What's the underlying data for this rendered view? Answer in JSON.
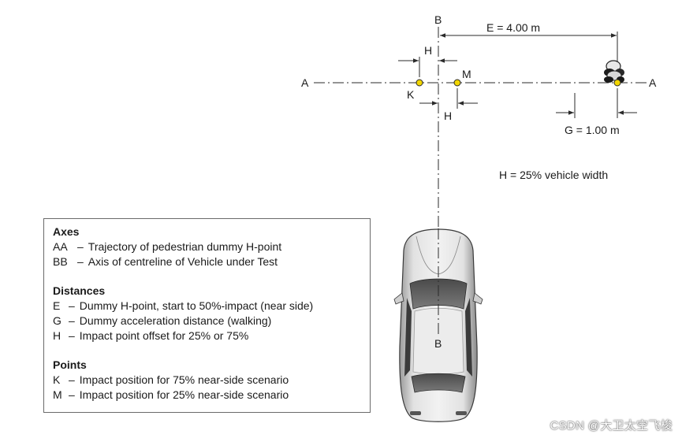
{
  "labels": {
    "b_top": "B",
    "b_bottom": "B",
    "a_left": "A",
    "a_right": "A",
    "h_top": "H",
    "h_bottom": "H",
    "k": "K",
    "m": "M",
    "e_dim": "E = 4.00 m",
    "g_dim": "G = 1.00 m",
    "h_note": "H = 25% vehicle width"
  },
  "legend": {
    "axes_title": "Axes",
    "axes": [
      {
        "key": "AA",
        "text": "Trajectory of pedestrian dummy H-point"
      },
      {
        "key": "BB",
        "text": "Axis of centreline of Vehicle under Test"
      }
    ],
    "distances_title": "Distances",
    "distances": [
      {
        "key": "E",
        "text": "Dummy H-point, start to 50%-impact (near side)"
      },
      {
        "key": "G",
        "text": "Dummy acceleration distance (walking)"
      },
      {
        "key": "H",
        "text": "Impact point offset for 25% or 75%"
      }
    ],
    "points_title": "Points",
    "points": [
      {
        "key": "K",
        "text": "Impact position for 75% near-side scenario"
      },
      {
        "key": "M",
        "text": "Impact position for 25% near-side scenario"
      }
    ]
  },
  "watermark": "CSDN @大卫太空飞梭",
  "colors": {
    "point_fill": "#f2d600",
    "line": "#2a2a2a",
    "car_body": "#d6d6d6"
  }
}
